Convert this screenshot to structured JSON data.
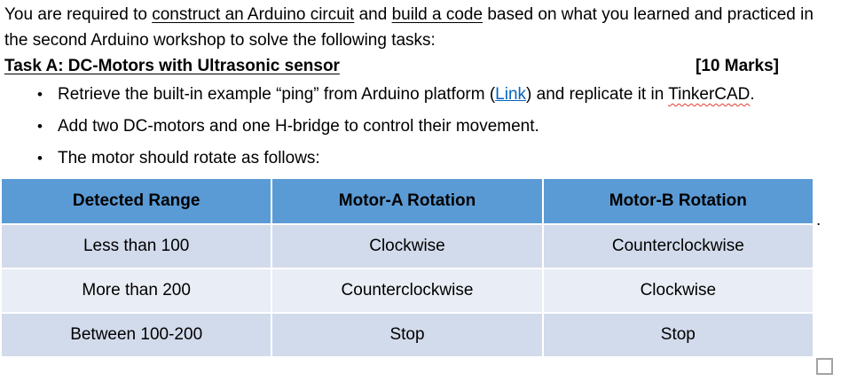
{
  "colors": {
    "table_header_bg": "#5b9bd5",
    "band_odd": "#d2dbeb",
    "band_even": "#e9edf5",
    "link": "#0563c1",
    "squiggle": "#e03c31",
    "box_border": "#a3a3a3"
  },
  "intro": {
    "line1": {
      "seg1": "You are required to ",
      "seg2_underlined": "construct an Arduino circuit",
      "seg3": " and ",
      "seg4_underlined": "build a code",
      "seg5": " based on what you learned and practiced in"
    },
    "line2": "the second Arduino workshop to solve the following tasks:"
  },
  "task_heading": {
    "title": "Task A: DC-Motors with Ultrasonic sensor",
    "marks": "[10 Marks]"
  },
  "bullets": {
    "glyph": "•",
    "item1": {
      "seg1": "Retrieve the built-in example “ping” from Arduino platform (",
      "link_label": "Link",
      "seg2": ") and replicate it in ",
      "misspelled_word": "TinkerCAD",
      "seg3": "."
    },
    "item2": "Add two DC-motors and one H-bridge to control their movement.",
    "item3": "The motor should rotate as follows:"
  },
  "table": {
    "headers": [
      "Detected Range",
      "Motor-A Rotation",
      "Motor-B Rotation"
    ],
    "rows": [
      [
        "Less than 100",
        "Clockwise",
        "Counterclockwise"
      ],
      [
        "More than 200",
        "Counterclockwise",
        "Clockwise"
      ],
      [
        "Between 100-200",
        "Stop",
        "Stop"
      ]
    ]
  },
  "after_table_period": "."
}
